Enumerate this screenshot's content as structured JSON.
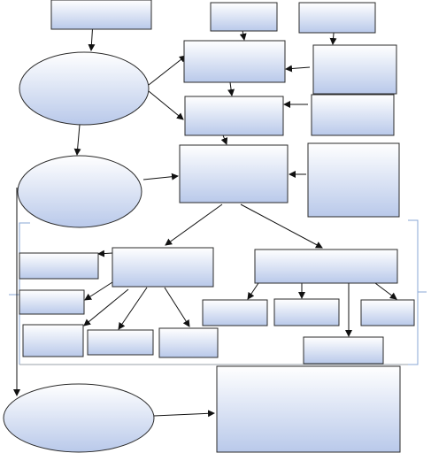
{
  "diagram": {
    "colors": {
      "fill_top": "#ffffff",
      "fill_bottom": "#b9c9ea",
      "stroke": "#2b2b2b",
      "bracket": "#8aa7d6",
      "arrow": "#111111"
    },
    "nodes": [
      {
        "id": "top-left-box",
        "shape": "rect",
        "label": ""
      },
      {
        "id": "top-mid-box",
        "shape": "rect",
        "label": ""
      },
      {
        "id": "top-right-box",
        "shape": "rect",
        "label": ""
      },
      {
        "id": "oval-1",
        "shape": "ellipse",
        "label": ""
      },
      {
        "id": "center-box-1",
        "shape": "rect",
        "label": ""
      },
      {
        "id": "right-box-1",
        "shape": "rect",
        "label": ""
      },
      {
        "id": "center-box-2",
        "shape": "rect",
        "label": ""
      },
      {
        "id": "right-box-2",
        "shape": "rect",
        "label": ""
      },
      {
        "id": "oval-2",
        "shape": "ellipse",
        "label": ""
      },
      {
        "id": "center-box-3",
        "shape": "rect",
        "label": ""
      },
      {
        "id": "right-box-3",
        "shape": "rect",
        "label": ""
      },
      {
        "id": "left-branch-box",
        "shape": "rect",
        "label": ""
      },
      {
        "id": "right-branch-box",
        "shape": "rect",
        "label": ""
      },
      {
        "id": "left-leaf-1",
        "shape": "rect",
        "label": ""
      },
      {
        "id": "left-leaf-2",
        "shape": "rect",
        "label": ""
      },
      {
        "id": "left-leaf-3",
        "shape": "rect",
        "label": ""
      },
      {
        "id": "left-leaf-4",
        "shape": "rect",
        "label": ""
      },
      {
        "id": "left-leaf-5",
        "shape": "rect",
        "label": ""
      },
      {
        "id": "right-leaf-1",
        "shape": "rect",
        "label": ""
      },
      {
        "id": "right-leaf-2",
        "shape": "rect",
        "label": ""
      },
      {
        "id": "right-leaf-3",
        "shape": "rect",
        "label": ""
      },
      {
        "id": "right-leaf-4",
        "shape": "rect",
        "label": ""
      },
      {
        "id": "oval-3",
        "shape": "ellipse",
        "label": ""
      },
      {
        "id": "bottom-right-box",
        "shape": "rect",
        "label": ""
      }
    ],
    "edges": [
      [
        "top-left-box",
        "oval-1"
      ],
      [
        "top-mid-box",
        "center-box-1"
      ],
      [
        "top-right-box",
        "right-box-1"
      ],
      [
        "right-box-1",
        "center-box-1"
      ],
      [
        "oval-1",
        "center-box-1"
      ],
      [
        "oval-1",
        "center-box-2"
      ],
      [
        "center-box-1",
        "center-box-2"
      ],
      [
        "right-box-2",
        "center-box-2"
      ],
      [
        "center-box-2",
        "center-box-3"
      ],
      [
        "oval-1",
        "oval-2"
      ],
      [
        "oval-2",
        "center-box-3"
      ],
      [
        "right-box-3",
        "center-box-3"
      ],
      [
        "center-box-3",
        "left-branch-box"
      ],
      [
        "center-box-3",
        "right-branch-box"
      ],
      [
        "left-branch-box",
        "left-leaf-1"
      ],
      [
        "left-branch-box",
        "left-leaf-2"
      ],
      [
        "left-branch-box",
        "left-leaf-3"
      ],
      [
        "left-branch-box",
        "left-leaf-4"
      ],
      [
        "left-branch-box",
        "left-leaf-5"
      ],
      [
        "right-branch-box",
        "right-leaf-1"
      ],
      [
        "right-branch-box",
        "right-leaf-2"
      ],
      [
        "right-branch-box",
        "right-leaf-3"
      ],
      [
        "right-branch-box",
        "right-leaf-4"
      ],
      [
        "oval-2",
        "oval-3"
      ],
      [
        "oval-3",
        "bottom-right-box"
      ]
    ]
  }
}
